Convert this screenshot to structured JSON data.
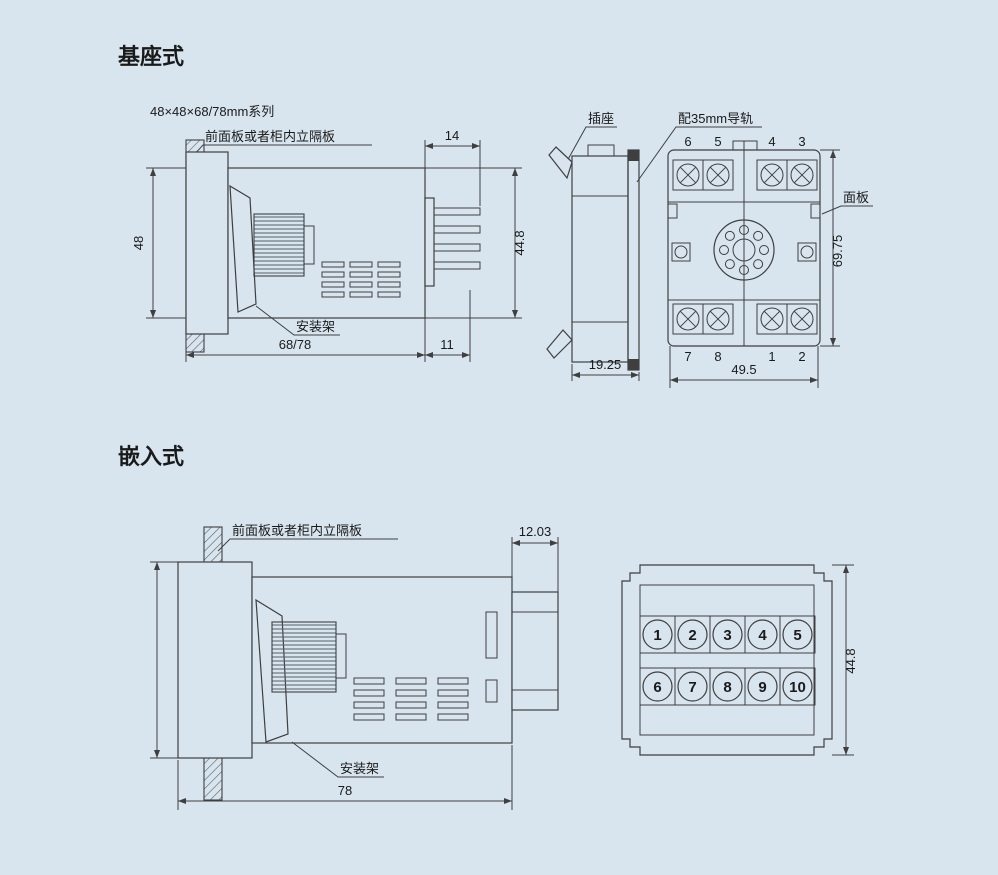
{
  "colors": {
    "background": "#d8e5ef",
    "line": "#3f3f3f",
    "text": "#1a1a1a"
  },
  "base_type": {
    "title": "基座式",
    "series": "48×48×68/78mm系列",
    "front_panel_label": "前面板或者柜内立隔板",
    "bracket_label": "安装架",
    "socket_label": "插座",
    "rail_label": "配35mm导轨",
    "panel_label": "面板",
    "dims": {
      "cutout_height": "48",
      "pin_length": "14",
      "body_height": "44.8",
      "body_depth": "68/78",
      "rear_depth": "11",
      "socket_depth": "19.25",
      "socket_height": "69.75",
      "socket_width": "49.5"
    },
    "terminals_top": [
      "6",
      "5",
      "4",
      "3"
    ],
    "terminals_bottom": [
      "7",
      "8",
      "1",
      "2"
    ]
  },
  "flush_type": {
    "title": "嵌入式",
    "front_panel_label": "前面板或者柜内立隔板",
    "bracket_label": "安装架",
    "dims": {
      "rear_depth": "12.03",
      "body_depth": "78",
      "rear_height": "44.8"
    },
    "terminals_row1": [
      "1",
      "2",
      "3",
      "4",
      "5"
    ],
    "terminals_row2": [
      "6",
      "7",
      "8",
      "9",
      "10"
    ]
  }
}
